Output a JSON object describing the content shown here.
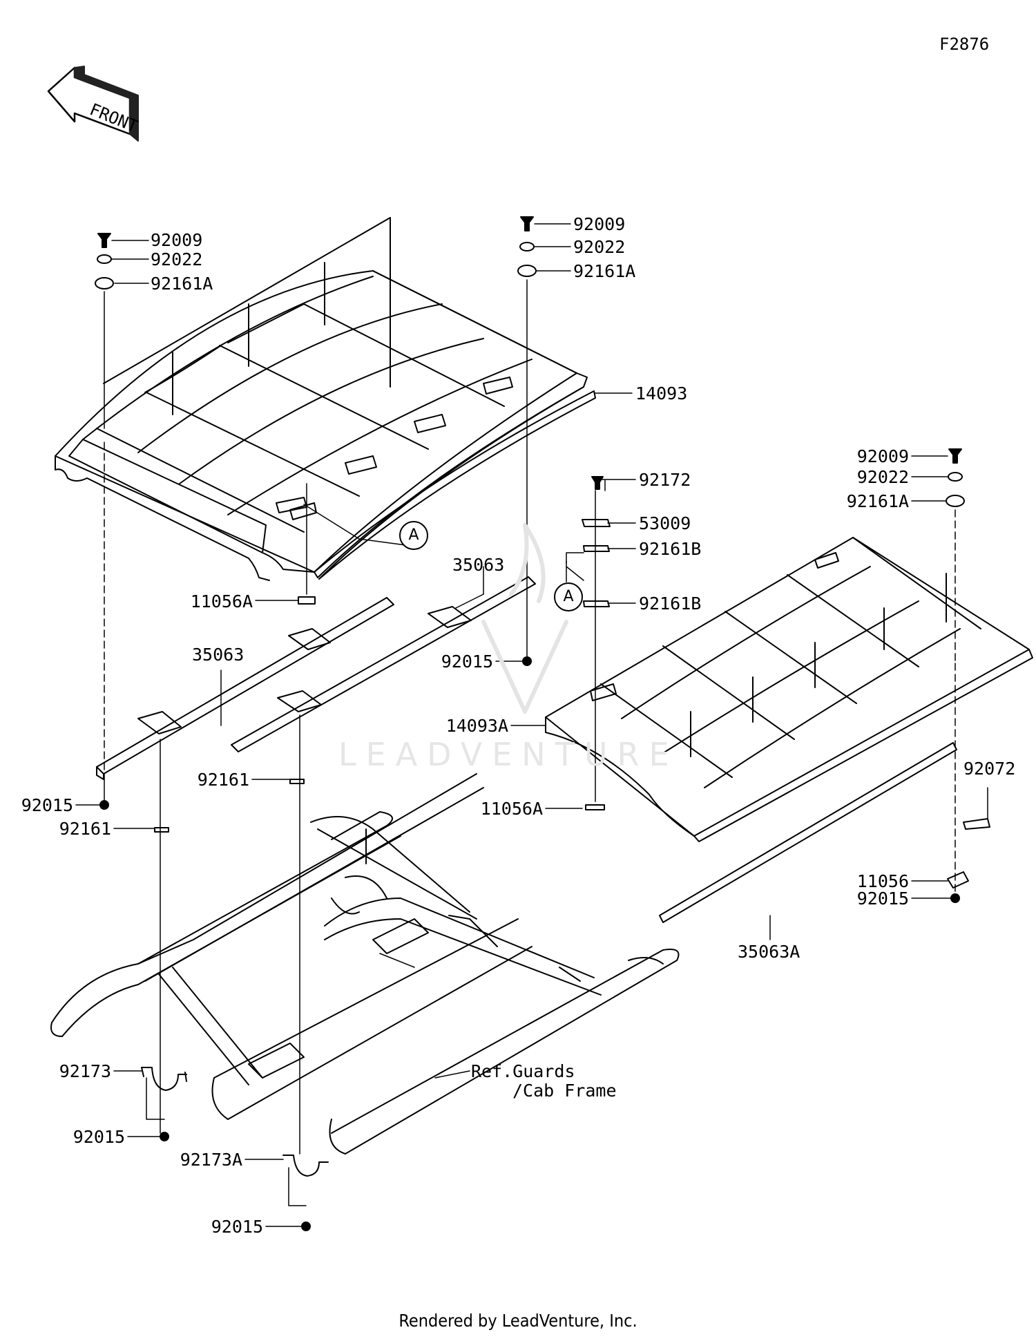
{
  "diagram": {
    "id": "F2876",
    "front_label": "FRONT",
    "footer": "Rendered by LeadVenture, Inc.",
    "watermark": "LEADVENTURE",
    "ref_circle": "A",
    "ref_label_line1": "Ref.Guards",
    "ref_label_line2": "/Cab Frame",
    "part_labels": [
      "92009",
      "92022",
      "92161A",
      "92009",
      "92022",
      "92161A",
      "14093",
      "11056A",
      "35063",
      "35063",
      "92015",
      "92015",
      "92161",
      "92161",
      "92172",
      "53009",
      "92161B",
      "92161B",
      "92009",
      "92022",
      "92161A",
      "14093A",
      "11056A",
      "92072",
      "11056",
      "92015",
      "35063A",
      "92173",
      "92015",
      "92173A",
      "92015"
    ]
  }
}
